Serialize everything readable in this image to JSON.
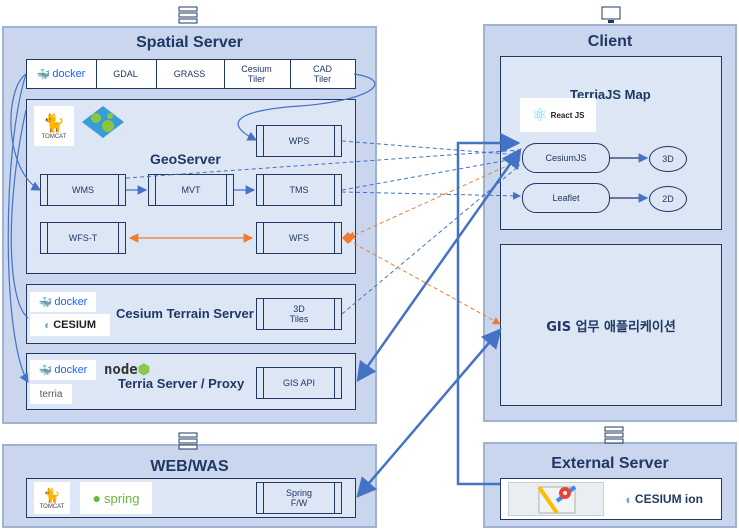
{
  "spatial_server": {
    "title": "Spatial Server",
    "tools": [
      "GDAL",
      "GRASS",
      "Cesium\nTiler",
      "CAD\nTiler"
    ],
    "docker_label": "docker",
    "geoserver": {
      "title": "GeoServer",
      "tomcat_label": "TOMCAT",
      "services": {
        "wps": "WPS",
        "wms": "WMS",
        "mvt": "MVT",
        "tms": "TMS",
        "wfst": "WFS-T",
        "wfs": "WFS"
      }
    },
    "cesium_terrain": {
      "title": "Cesium Terrain Server",
      "tiles": "3D\nTiles",
      "docker_label": "docker",
      "cesium_label": "CESIUM"
    },
    "terria_server": {
      "title": "Terria Server / Proxy",
      "gis_api": "GIS API",
      "docker_label": "docker",
      "node_label": "node",
      "terria_label": "terria"
    }
  },
  "client": {
    "title": "Client",
    "terriajs": {
      "title": "TerriaJS Map",
      "react_label": "React JS",
      "cesiumjs": "CesiumJS",
      "leaflet": "Leaflet",
      "d3": "3D",
      "d2": "2D"
    },
    "gis_app": "GIS 업무 애플리케이션"
  },
  "web_was": {
    "title": "WEB/WAS",
    "tomcat_label": "TOMCAT",
    "spring_label": "spring",
    "spring_fw": "Spring\nF/W"
  },
  "external": {
    "title": "External Server",
    "cesium_ion_label": "CESIUM ion"
  },
  "colors": {
    "panel": "#c9d6ee",
    "inner": "#dce6f5",
    "navy": "#1f3864",
    "blue_arrow": "#4472c4",
    "orange_arrow": "#ed7d31"
  }
}
